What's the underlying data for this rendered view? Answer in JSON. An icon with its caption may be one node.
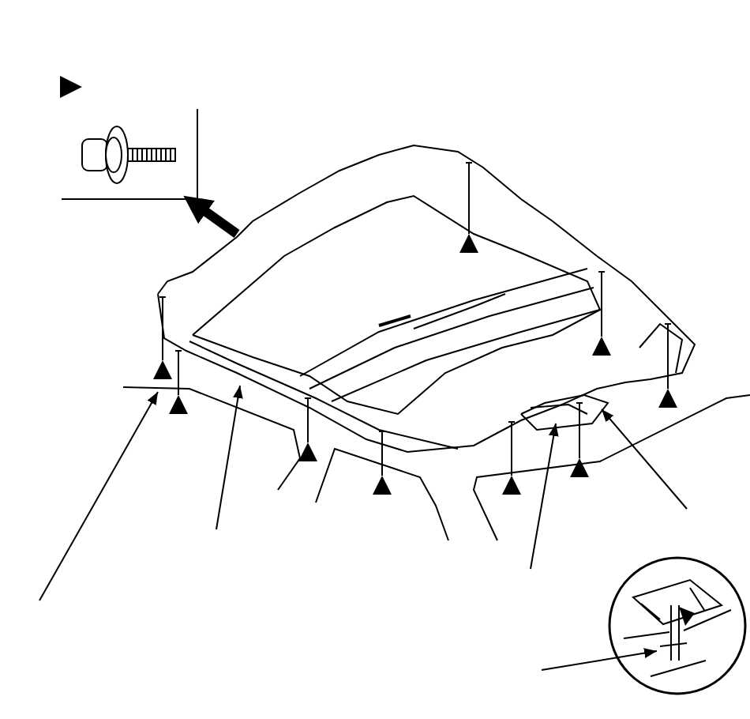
{
  "diagram": {
    "nodes": [
      {
        "text": [],
        "shape": "picture"
      },
      {
        "text": [],
        "shape": "picture"
      },
      {
        "text": [],
        "shape": "picture"
      }
    ],
    "edges": [
      {
        "from": null,
        "to": 0,
        "arrow": "to"
      },
      {
        "from": null,
        "to": 0,
        "arrow": "to"
      },
      {
        "from": null,
        "to": 0,
        "arrow": "to"
      },
      {
        "from": null,
        "to": 0,
        "arrow": "to"
      },
      {
        "from": null,
        "to": 2,
        "arrow": "to"
      },
      {
        "from": 0,
        "to": 1,
        "arrow": "to",
        "style": "thick"
      }
    ]
  }
}
